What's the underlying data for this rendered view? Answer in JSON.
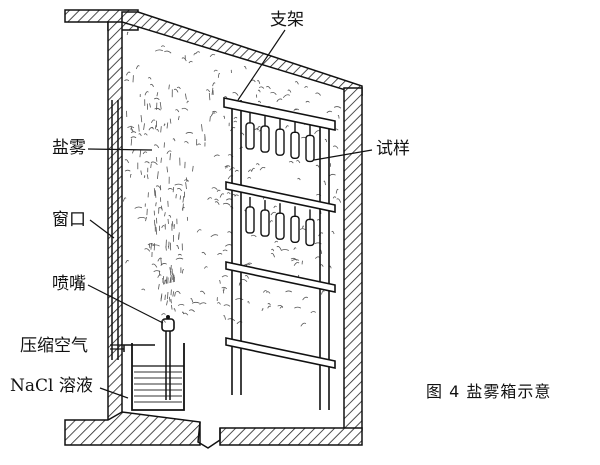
{
  "labels": {
    "support": "支架",
    "salt_fog": "盐雾",
    "specimen": "试样",
    "window": "窗口",
    "nozzle": "喷嘴",
    "compressed_air": "压缩空气",
    "nacl_solution": "NaCl 溶液"
  },
  "caption": "图 4   盐雾箱示意"
}
